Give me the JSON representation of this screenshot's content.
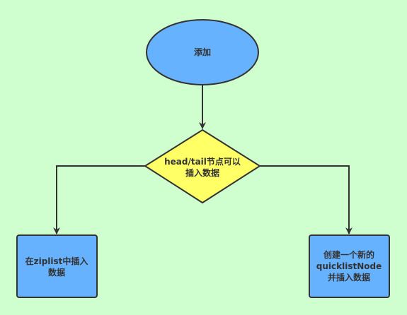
{
  "colors": {
    "background": "#cfffcf",
    "process_fill": "#66b2ff",
    "decision_fill": "#ffff66",
    "stroke": "#333333"
  },
  "nodes": {
    "start": {
      "label": "添加"
    },
    "decision": {
      "lines": [
        "head/tail节点可以",
        "插入数据"
      ]
    },
    "left_box": {
      "lines": [
        "在ziplist中插入",
        "数据"
      ]
    },
    "right_box": {
      "lines": [
        "创建一个新的",
        "quicklistNode",
        "并插入数据"
      ]
    }
  }
}
